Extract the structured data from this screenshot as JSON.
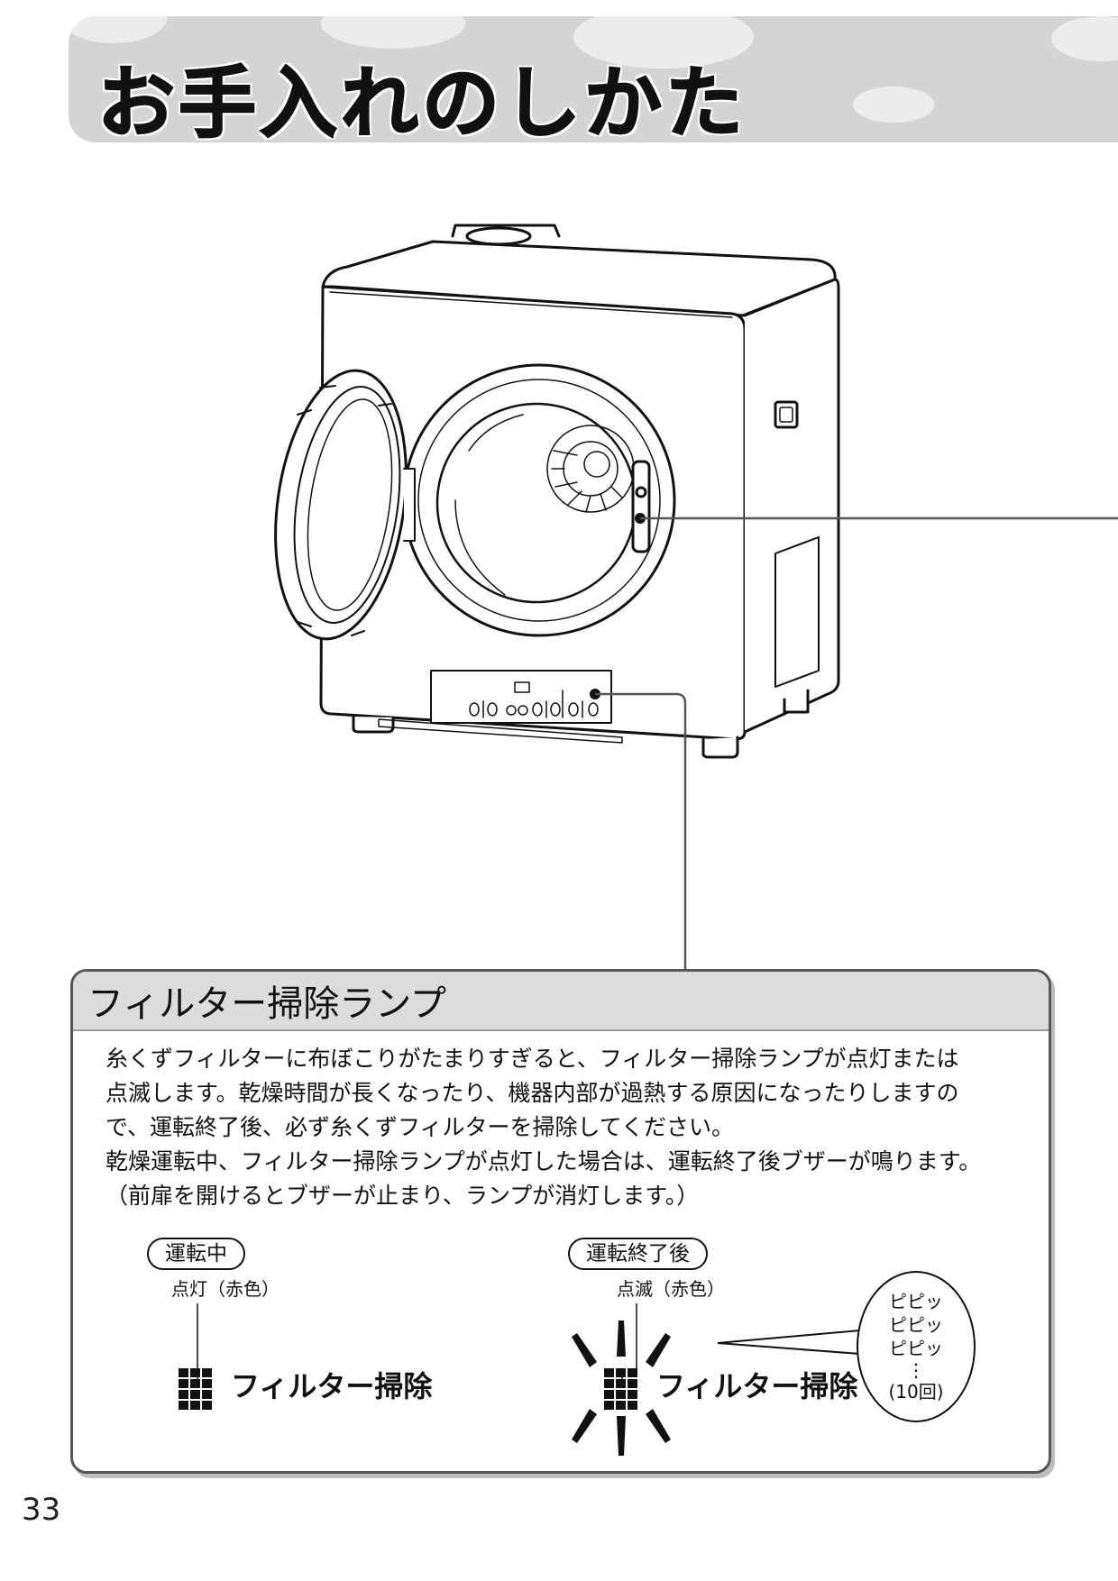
{
  "header": {
    "title": "お手入れのしかた"
  },
  "filter_lamp": {
    "title": "フィルター掃除ランプ",
    "paragraphs": [
      "糸くずフィルターに布ぼこりがたまりすぎると、フィルター掃除ランプが点灯または",
      "点滅します。乾燥時間が長くなったり、機器内部が過熱する原因になったりしますの",
      "で、運転終了後、必ず糸くずフィルターを掃除してください。",
      "乾燥運転中、フィルター掃除ランプが点灯した場合は、運転終了後ブザーが鳴ります。",
      "（前扉を開けるとブザーが止まり、ランプが消灯します。）"
    ],
    "during": {
      "pill": "運転中",
      "state": "点灯（赤色）",
      "lamp_label": "フィルター掃除"
    },
    "after": {
      "pill": "運転終了後",
      "state": "点滅（赤色）",
      "lamp_label": "フィルター掃除",
      "beeps": [
        "ピピッ",
        "ピピッ",
        "ピピッ"
      ],
      "ellipsis": "⋮",
      "beep_count": "(10回)"
    }
  },
  "page_number": "33"
}
